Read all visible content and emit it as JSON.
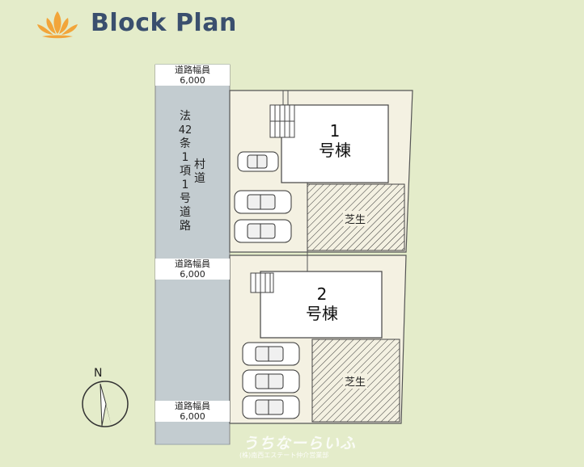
{
  "header": {
    "title": "Block Plan"
  },
  "road": {
    "width_labels": [
      {
        "title": "道路幅員",
        "value": "6,000"
      },
      {
        "title": "道路幅員",
        "value": "6,000"
      },
      {
        "title": "道路幅員",
        "value": "6,000"
      }
    ],
    "legal_chars": [
      "法",
      "42",
      "条",
      "1",
      "項",
      "1",
      "号",
      "道",
      "路"
    ],
    "village_chars": [
      "村",
      "道"
    ]
  },
  "buildings": [
    {
      "number": "1",
      "name": "号棟"
    },
    {
      "number": "2",
      "name": "号棟"
    }
  ],
  "lawn_label": "芝生",
  "compass": {
    "label": "N"
  },
  "watermark": {
    "brand": "うちなーらいふ",
    "company": "(株)南西エステート仲介営業部"
  },
  "colors": {
    "background": "#e4ecca",
    "road": "#c3ccd0",
    "lot": "#f4f1e2",
    "title": "#3a4f6e",
    "logo": "#f2a53a"
  }
}
